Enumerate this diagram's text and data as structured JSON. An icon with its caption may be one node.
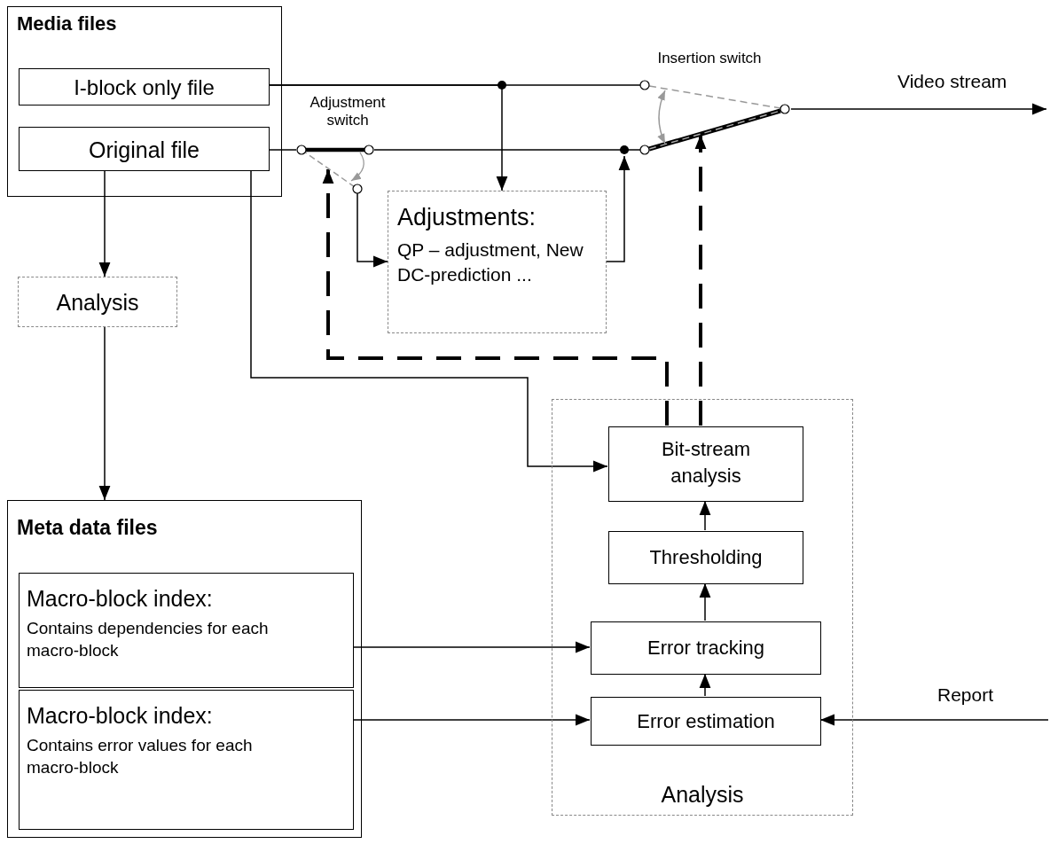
{
  "diagram": {
    "nodes": [
      {
        "text": [
          "Media files"
        ]
      },
      {
        "text": [
          "I-block only file"
        ],
        "in": 0
      },
      {
        "text": [
          "Original file"
        ],
        "in": 0
      },
      {
        "text": [
          "Analysis"
        ]
      },
      {
        "text": [
          "Adjustments:",
          "QP – adjustment, New DC-prediction ..."
        ]
      },
      {
        "text": [
          "Meta data files"
        ]
      },
      {
        "text": [
          "Macro-block index:",
          "Contains dependencies for each macro-block"
        ],
        "in": 5
      },
      {
        "text": [
          "Macro-block index:",
          "Contains error values for each macro-block"
        ],
        "in": 5
      },
      {
        "text": [
          "Analysis"
        ]
      },
      {
        "text": [
          "Bit-stream analysis"
        ],
        "in": 8
      },
      {
        "text": [
          "Thresholding"
        ],
        "in": 8
      },
      {
        "text": [
          "Error tracking"
        ],
        "in": 8
      },
      {
        "text": [
          "Error estimation"
        ],
        "in": 8
      },
      {
        "text": [],
        "shape": "switch",
        "beside": [
          "Insertion switch"
        ]
      },
      {
        "text": [],
        "shape": "switch",
        "beside": [
          "Adjustment switch"
        ]
      }
    ],
    "edges": [
      {
        "from": 1,
        "to": 13,
        "arrow": "none"
      },
      {
        "from": 1,
        "to": 4,
        "arrow": "to"
      },
      {
        "from": 2,
        "to": 14,
        "arrow": "none"
      },
      {
        "from": 14,
        "to": 13,
        "arrow": "none"
      },
      {
        "from": 14,
        "to": 4,
        "arrow": "to"
      },
      {
        "from": 4,
        "to": 13,
        "arrow": "to"
      },
      {
        "from": 13,
        "to": null,
        "arrow": "to",
        "label": "Video stream"
      },
      {
        "from": 2,
        "to": 3,
        "arrow": "to"
      },
      {
        "from": 3,
        "to": 5,
        "arrow": "to"
      },
      {
        "from": 2,
        "to": 9,
        "arrow": "to"
      },
      {
        "from": 9,
        "to": 14,
        "arrow": "to",
        "style": "dashed"
      },
      {
        "from": 9,
        "to": 13,
        "arrow": "to",
        "style": "dashed"
      },
      {
        "from": 10,
        "to": 9,
        "arrow": "to"
      },
      {
        "from": 11,
        "to": 10,
        "arrow": "to"
      },
      {
        "from": 12,
        "to": 11,
        "arrow": "to"
      },
      {
        "from": 6,
        "to": 11,
        "arrow": "to"
      },
      {
        "from": 7,
        "to": 12,
        "arrow": "to"
      },
      {
        "from": null,
        "to": 12,
        "arrow": "to",
        "label": "Report"
      }
    ]
  }
}
